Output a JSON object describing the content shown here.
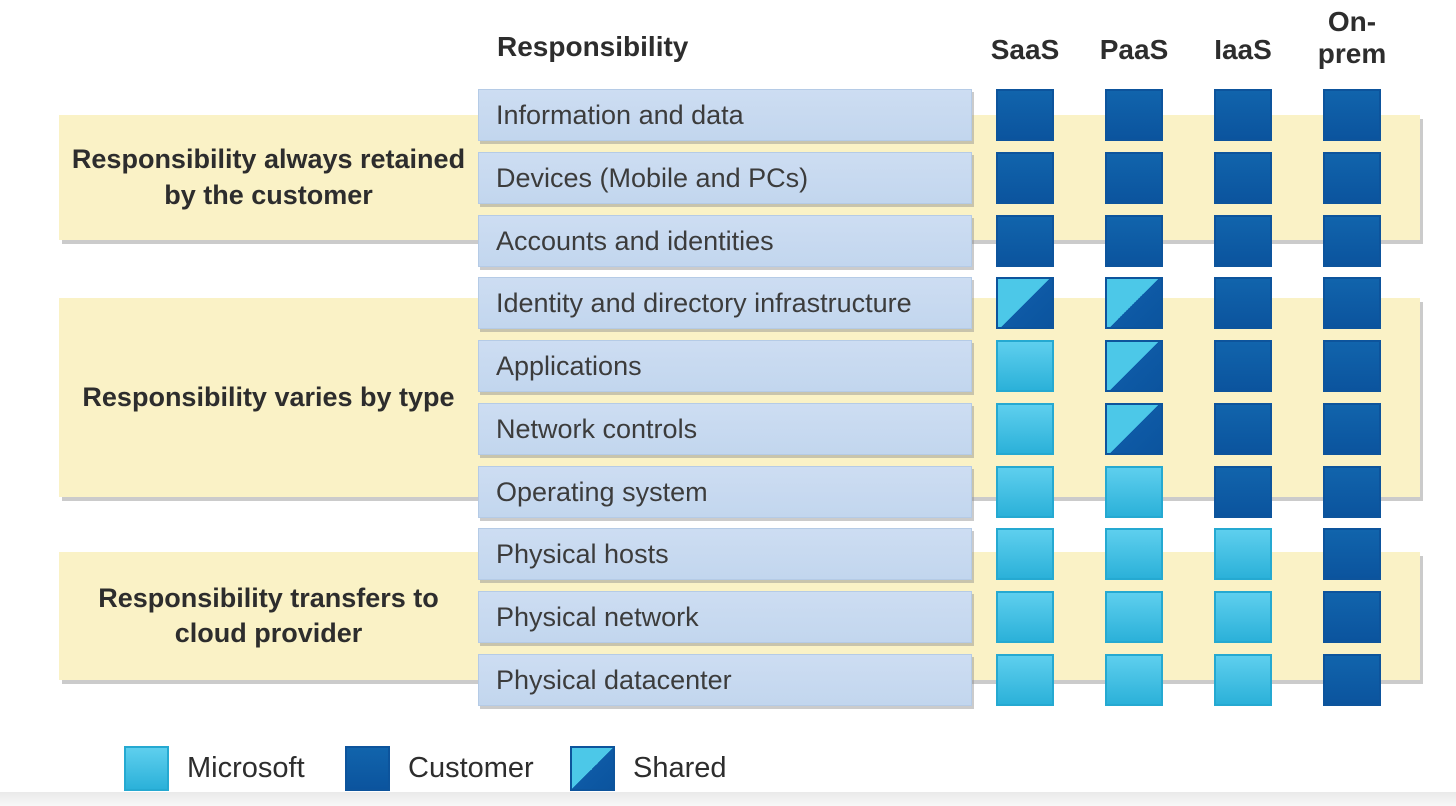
{
  "title": "Responsibility",
  "columns": [
    {
      "label": "SaaS"
    },
    {
      "label": "PaaS"
    },
    {
      "label": "IaaS"
    },
    {
      "label": "On-prem"
    }
  ],
  "groups": [
    {
      "label": "Responsibility always retained by the customer"
    },
    {
      "label": "Responsibility varies by type"
    },
    {
      "label": "Responsibility transfers to cloud provider"
    }
  ],
  "matrix": {
    "rows": [
      {
        "label": "Information and data",
        "group": 0,
        "cells": [
          "customer",
          "customer",
          "customer",
          "customer"
        ]
      },
      {
        "label": "Devices (Mobile and PCs)",
        "group": 0,
        "cells": [
          "customer",
          "customer",
          "customer",
          "customer"
        ]
      },
      {
        "label": "Accounts and identities",
        "group": 0,
        "cells": [
          "customer",
          "customer",
          "customer",
          "customer"
        ]
      },
      {
        "label": "Identity and directory infrastructure",
        "group": 1,
        "cells": [
          "shared",
          "shared",
          "customer",
          "customer"
        ]
      },
      {
        "label": "Applications",
        "group": 1,
        "cells": [
          "microsoft",
          "shared",
          "customer",
          "customer"
        ]
      },
      {
        "label": "Network controls",
        "group": 1,
        "cells": [
          "microsoft",
          "shared",
          "customer",
          "customer"
        ]
      },
      {
        "label": "Operating system",
        "group": 1,
        "cells": [
          "microsoft",
          "microsoft",
          "customer",
          "customer"
        ]
      },
      {
        "label": "Physical hosts",
        "group": 2,
        "cells": [
          "microsoft",
          "microsoft",
          "microsoft",
          "customer"
        ]
      },
      {
        "label": "Physical network",
        "group": 2,
        "cells": [
          "microsoft",
          "microsoft",
          "microsoft",
          "customer"
        ]
      },
      {
        "label": "Physical datacenter",
        "group": 2,
        "cells": [
          "microsoft",
          "microsoft",
          "microsoft",
          "customer"
        ]
      }
    ]
  },
  "legend": {
    "items": [
      {
        "label": "Microsoft",
        "type": "microsoft"
      },
      {
        "label": "Customer",
        "type": "customer"
      },
      {
        "label": "Shared",
        "type": "shared"
      }
    ]
  },
  "colors": {
    "customer_blue": "#0e5aa6",
    "microsoft_cyan": "#3fc3e6",
    "band_yellow": "#faf2c6",
    "row_blue": "#c6d9ef",
    "text_dark": "#2d2d2d"
  }
}
